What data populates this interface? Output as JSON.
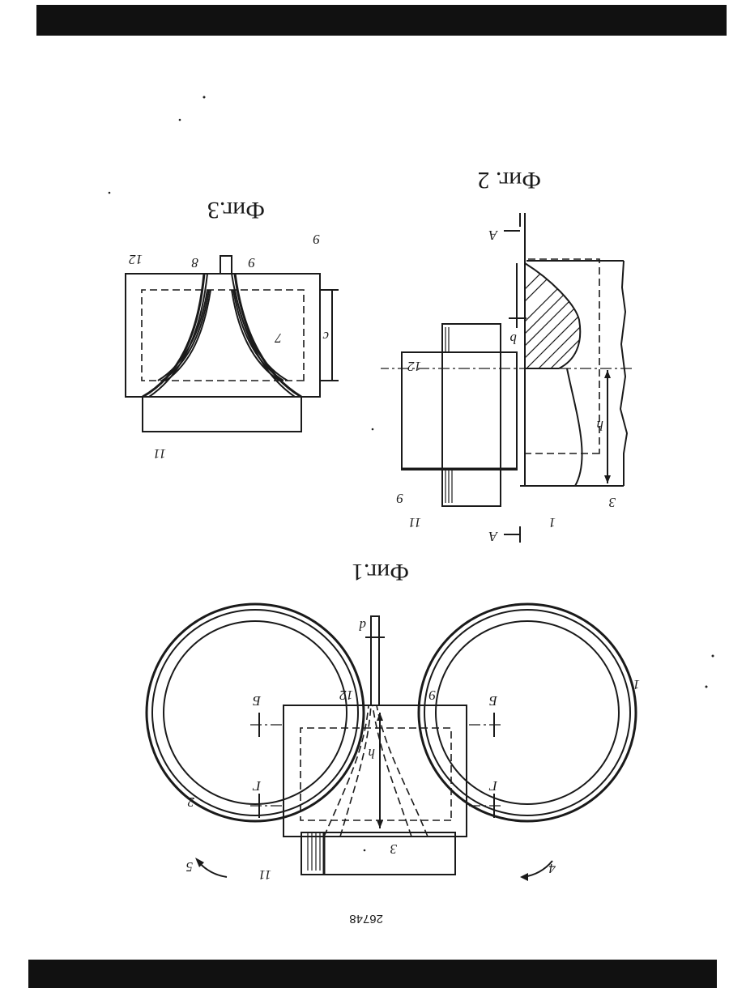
{
  "page_number": "26748",
  "figures": {
    "fig1": {
      "caption": "Фиг.1",
      "labels": {
        "roll_left": "1",
        "roll_right": "2",
        "center": "3",
        "arrow_left": "4",
        "arrow_right": "5",
        "part_9": "9",
        "part_11": "11",
        "part_12": "12",
        "gap": "d",
        "height": "h",
        "sec_g1": "Г",
        "sec_g2": "Г",
        "sec_b1": "Б",
        "sec_b2": "Б"
      }
    },
    "fig2": {
      "caption": "Фиг. 2",
      "labels": {
        "part_1": "1",
        "part_3": "3",
        "part_9": "9",
        "part_11": "11",
        "part_12": "12",
        "height": "h",
        "gap": "b",
        "sec_top": "A",
        "sec_bottom": "A"
      }
    },
    "fig3": {
      "caption": "Фиг.3",
      "labels": {
        "part_7": "7",
        "part_8": "8",
        "part_9a": "9",
        "part_9b": "9",
        "part_11": "11",
        "part_12": "12",
        "dim": "c"
      }
    }
  }
}
